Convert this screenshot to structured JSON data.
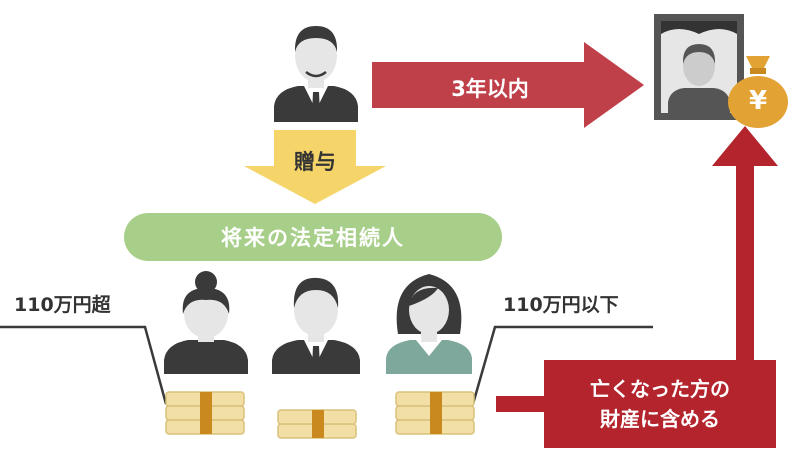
{
  "diagram": {
    "arrow_top_label": "3年以内",
    "arrow_gift_label": "贈与",
    "heirs_label": "将来の法定相続人",
    "amount_left": "110万円超",
    "amount_right": "110万円以下",
    "result_box": {
      "line1": "亡くなった方の",
      "line2": "財産に含める"
    },
    "yen_symbol": "¥"
  },
  "colors": {
    "red": "#b3242c",
    "red_arrow": "#c0404a",
    "yellow": "#f5d56a",
    "green": "#a8cf8a",
    "gold": "#e2a234",
    "dark": "#3a3a3a",
    "money": "#f1dfa6"
  },
  "icons": [
    "grandfather-icon",
    "memorial-portrait-icon",
    "money-bag-icon",
    "grandmother-icon",
    "son-icon",
    "daughter-icon",
    "money-stack-icon"
  ]
}
